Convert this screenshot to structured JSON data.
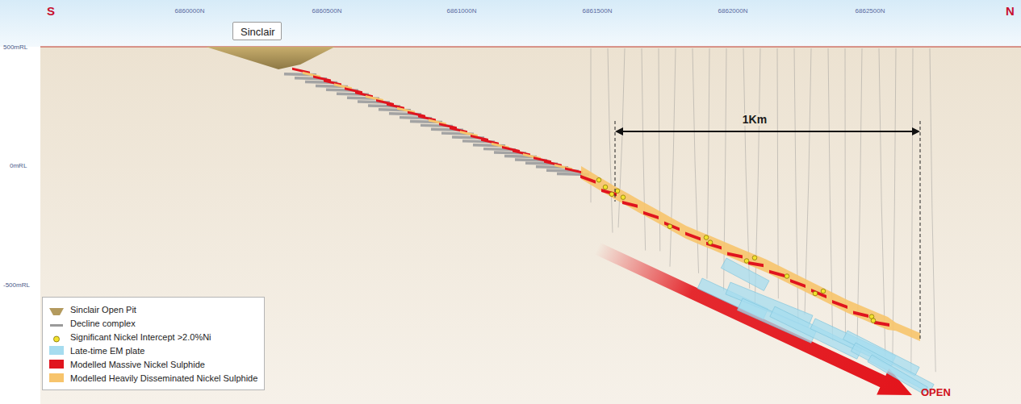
{
  "diagram": {
    "nodes": [
      {
        "text": [
          "Sinclair"
        ]
      }
    ],
    "labels": [
      "S",
      "N",
      "6860000N",
      "6860500N",
      "6861000N",
      "6861500N",
      "6862000N",
      "6862500N",
      "500mRL",
      "0mRL",
      "-500mRL",
      "1Km",
      "OPEN"
    ],
    "legend": [
      {
        "text": "Sinclair Open Pit"
      },
      {
        "text": "Decline complex"
      },
      {
        "text": "Significant Nickel Intercept >2.0%Ni"
      },
      {
        "text": "Late-time EM plate",
        "color": "#a6dcef"
      },
      {
        "text": "Modelled Massive Nickel Sulphide",
        "color": "#e0141e"
      },
      {
        "text": "Modelled Heavily Disseminated Nickel Sulphide",
        "color": "#f7c46c"
      }
    ]
  }
}
